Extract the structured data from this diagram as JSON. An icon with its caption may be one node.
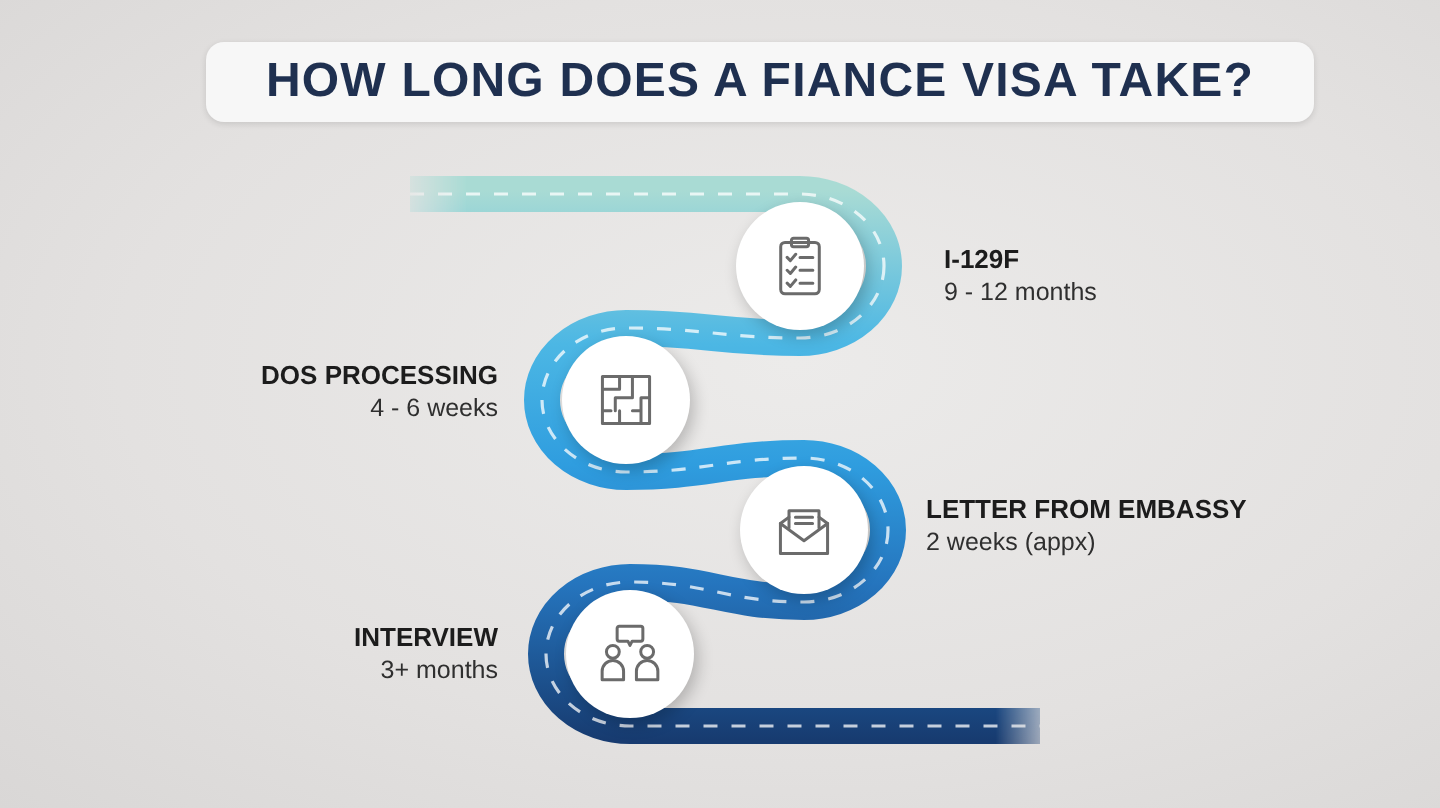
{
  "diagram": {
    "title": "HOW LONG DOES A FIANCE VISA TAKE?",
    "nodes": [
      {
        "text": [],
        "shape": "circle",
        "beside": [
          "I-129F",
          "9 - 12 months"
        ]
      },
      {
        "text": [],
        "shape": "circle",
        "beside": [
          "DOS PROCESSING",
          "4 - 6 weeks"
        ]
      },
      {
        "text": [],
        "shape": "circle",
        "beside": [
          "LETTER FROM EMBASSY",
          "2 weeks (appx)"
        ]
      },
      {
        "text": [],
        "shape": "circle",
        "beside": [
          "INTERVIEW",
          "3+ months"
        ]
      }
    ],
    "edges": [
      {
        "from": null,
        "to": 0,
        "arrow": "none"
      },
      {
        "from": 0,
        "to": 1,
        "arrow": "none"
      },
      {
        "from": 1,
        "to": 2,
        "arrow": "none"
      },
      {
        "from": 2,
        "to": 3,
        "arrow": "none"
      },
      {
        "from": 3,
        "to": null,
        "arrow": "none"
      }
    ]
  }
}
